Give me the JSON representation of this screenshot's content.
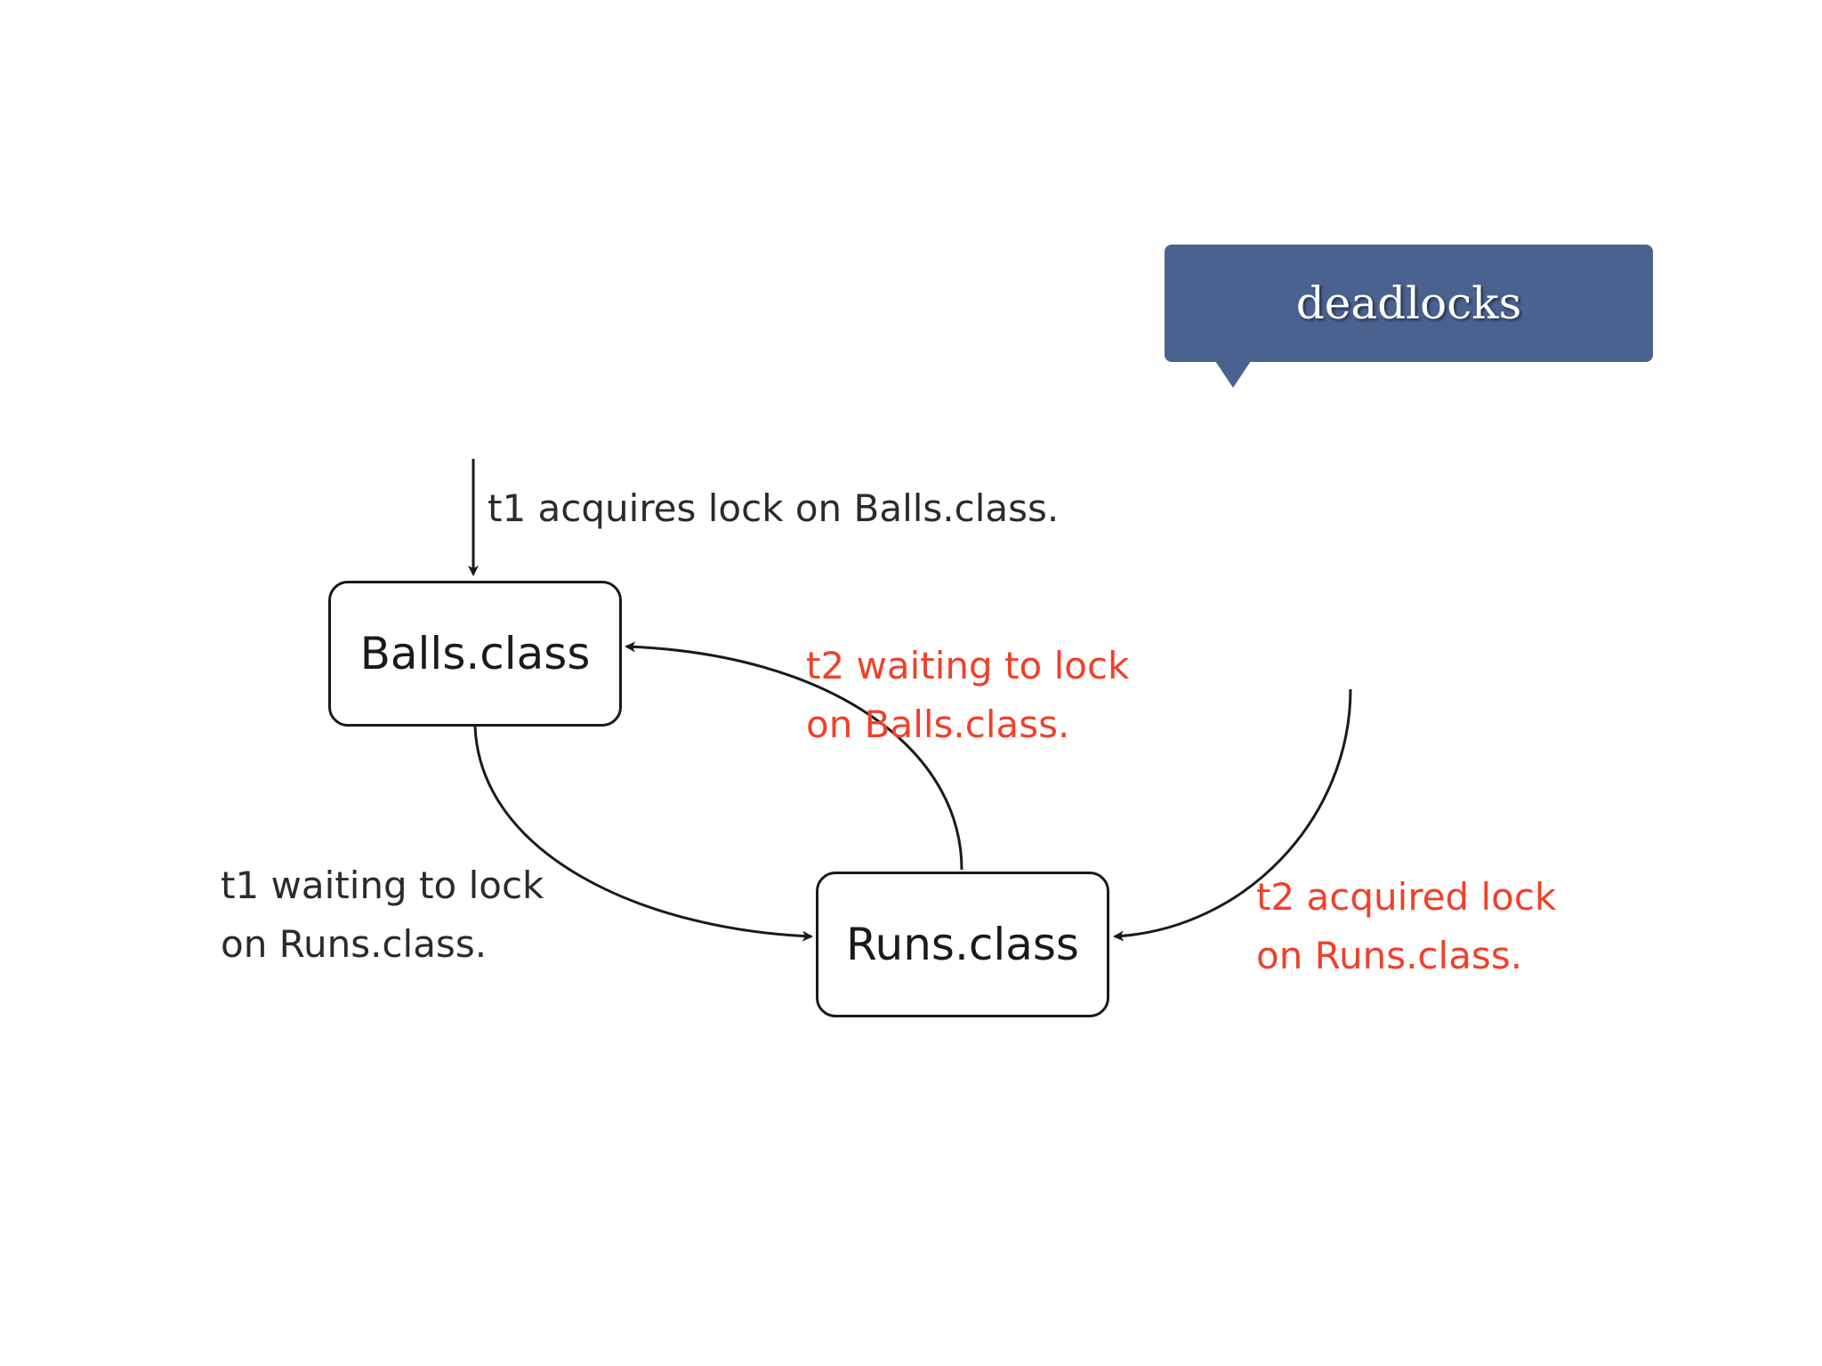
{
  "callout": {
    "title": "deadlocks"
  },
  "nodes": {
    "balls": "Balls.class",
    "runs": "Runs.class"
  },
  "labels": {
    "t1_acquires": "t1 acquires lock on Balls.class.",
    "t2_waiting_line1": "t2 waiting to lock",
    "t2_waiting_line2": "on Balls.class.",
    "t1_waiting_line1": "t1 waiting to lock",
    "t1_waiting_line2": "on Runs.class.",
    "t2_acquired_line1": "t2 acquired lock",
    "t2_acquired_line2": "on Runs.class."
  },
  "colors": {
    "callout_bg": "#4a628f",
    "callout_text": "#ffffff",
    "t2_text": "#f0402a",
    "t1_text": "#2b2b2b",
    "stroke": "#1a1a1a"
  }
}
